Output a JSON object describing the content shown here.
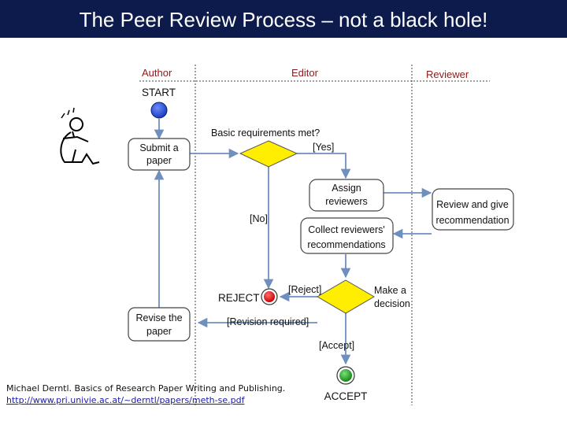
{
  "title": "The Peer Review Process – not a black hole!",
  "lanes": {
    "author": "Author",
    "editor": "Editor",
    "reviewer": "Reviewer"
  },
  "nodes": {
    "start": "START",
    "submit": [
      "Submit a",
      "paper"
    ],
    "basic_req": "Basic requirements met?",
    "yes": "[Yes]",
    "no": "[No]",
    "assign": [
      "Assign",
      "reviewers"
    ],
    "review": [
      "Review and give",
      "recommendation"
    ],
    "collect": [
      "Collect reviewers'",
      "recommendations"
    ],
    "reject_guard": "[Reject]",
    "reject": "REJECT",
    "decision": [
      "Make a",
      "decision"
    ],
    "revise": [
      "Revise the",
      "paper"
    ],
    "revision": "[Revision required]",
    "accept_guard": "[Accept]",
    "accept": "ACCEPT"
  },
  "colors": {
    "title_bg": "#0d1b4c",
    "arrow": "#6f8fbf",
    "start": "#1a3dbb",
    "diamond": "#ffee00",
    "reject": "#dd1111",
    "accept": "#22aa22"
  },
  "credit": {
    "line1": "Michael Derntl. Basics of Research Paper Writing and Publishing.",
    "link": "http://www.pri.univie.ac.at/~derntl/papers/meth-se.pdf"
  }
}
